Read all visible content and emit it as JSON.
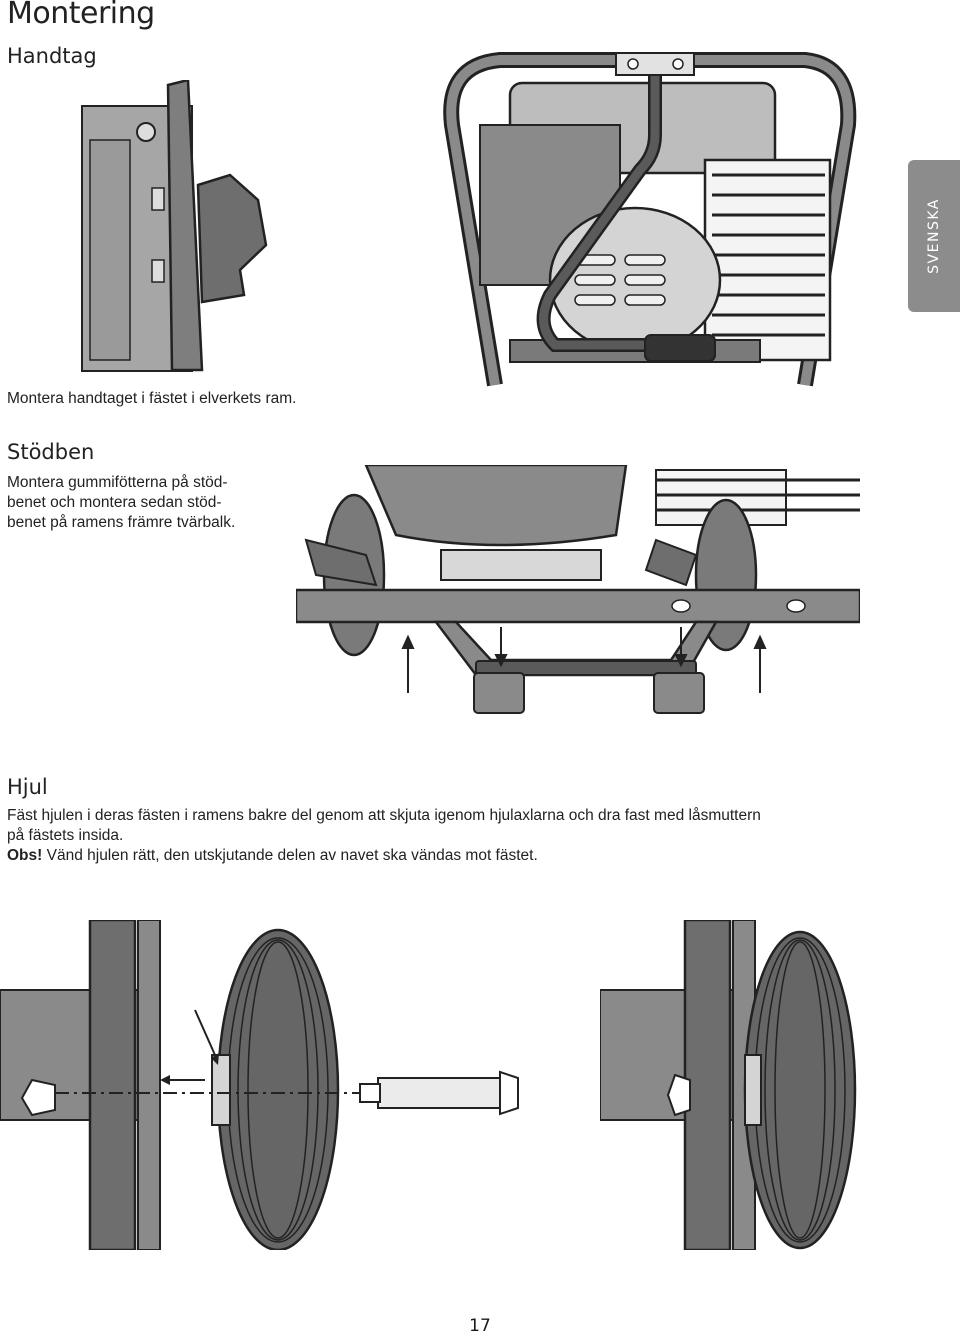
{
  "page": {
    "title": "Montering",
    "side_tab": "SVENSKA",
    "page_number": "17"
  },
  "sections": {
    "handtag": {
      "heading": "Handtag",
      "text": "Montera handtaget i fästet i elverkets ram."
    },
    "stodben": {
      "heading": "Stödben",
      "text_line1": "Montera gummifötterna på stöd-",
      "text_line2": "benet och montera sedan stöd-",
      "text_line3": "benet på ramens främre tvärbalk."
    },
    "hjul": {
      "heading": "Hjul",
      "text_line1": "Fäst hjulen i deras fästen i ramens bakre del genom att skjuta igenom hjulaxlarna och dra fast med låsmuttern",
      "text_line2": "på fästets insida.",
      "note_label": "Obs!",
      "note_text": " Vänd hjulen rätt, den utskjutande delen av navet ska vändas mot fästet."
    }
  },
  "colors": {
    "outline": "#222222",
    "body_gray": "#8a8a8a",
    "light_gray": "#c8c8c8",
    "tab_gray": "#8c8c8c"
  }
}
